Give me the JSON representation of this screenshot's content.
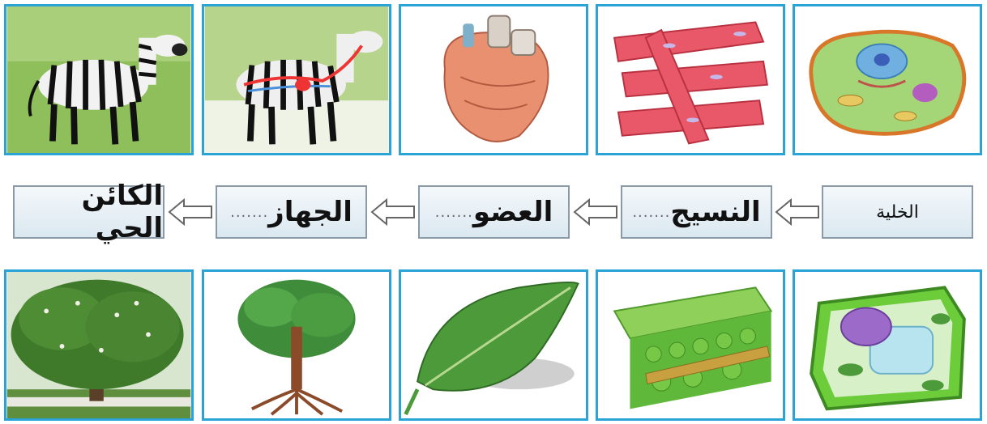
{
  "levels": [
    {
      "text": "الكائن الحي",
      "dots": ""
    },
    {
      "text": "الجهاز",
      "dots": "......."
    },
    {
      "text": "العضو",
      "dots": "......."
    },
    {
      "text": "النسيج",
      "dots": "......."
    },
    {
      "text": "الخلية",
      "dots": ""
    }
  ],
  "icons": {
    "top": [
      "zebra",
      "zebra-circulatory-system",
      "heart",
      "muscle-tissue",
      "animal-cell"
    ],
    "bottom": [
      "tree",
      "plant-root-shoot-system",
      "leaf",
      "leaf-tissue",
      "plant-cell"
    ]
  },
  "colors": {
    "frame": "#2aa4d6",
    "label_bg": "#dbe8f0",
    "arrow": "#ffffff"
  }
}
